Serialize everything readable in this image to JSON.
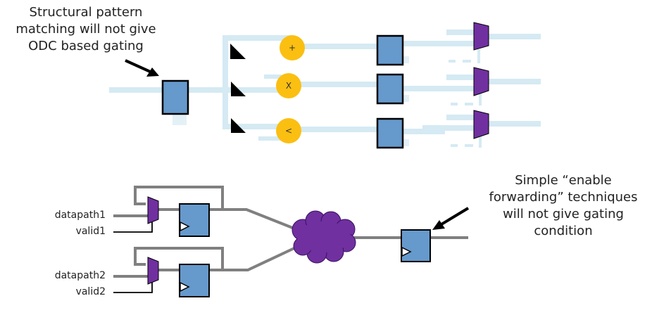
{
  "top_diagram": {
    "annotation": "Structural pattern\nmatching will not give\nODC based gating",
    "operators": [
      {
        "symbol": "+",
        "name": "adder"
      },
      {
        "symbol": "X",
        "name": "multiplier"
      },
      {
        "symbol": "<",
        "name": "comparator"
      }
    ],
    "colors": {
      "wire": "#d5eaf3",
      "register": "#6699cc",
      "operator": "#fbbf12",
      "mux": "#7030a0"
    }
  },
  "bottom_diagram": {
    "inputs": [
      {
        "data": "datapath1",
        "valid": "valid1"
      },
      {
        "data": "datapath2",
        "valid": "valid2"
      }
    ],
    "annotation": "Simple “enable\nforwarding” techniques\nwill not give gating\ncondition",
    "colors": {
      "wire": "#808080",
      "register": "#6699cc",
      "mux": "#7030a0",
      "logic_cloud": "#7030a0"
    }
  }
}
